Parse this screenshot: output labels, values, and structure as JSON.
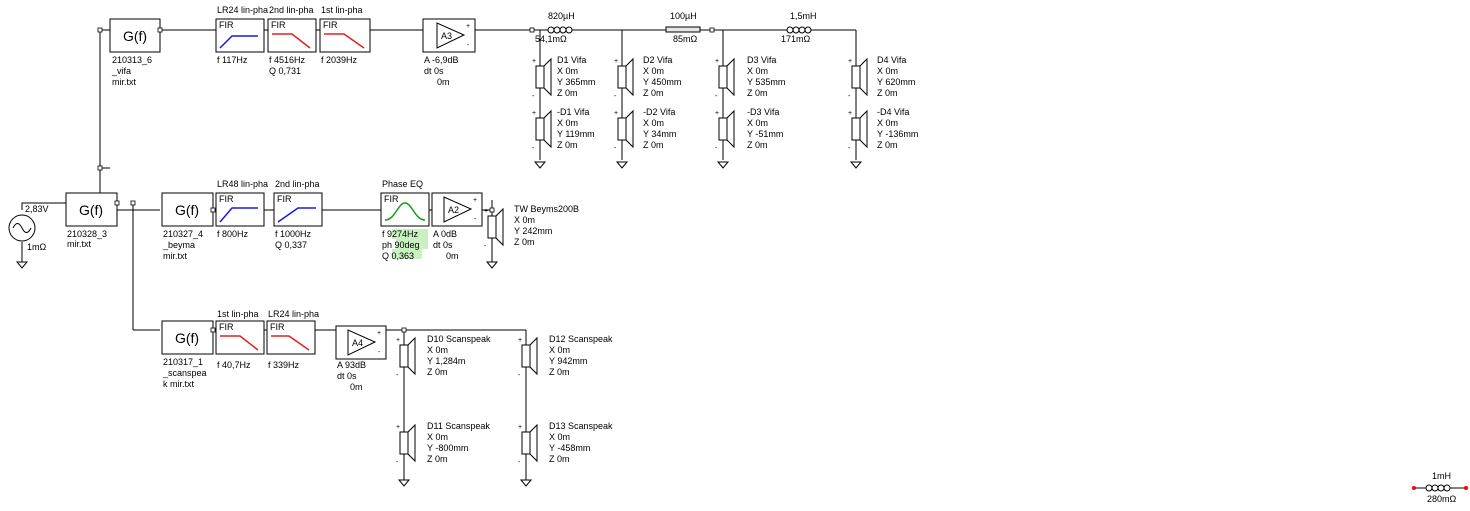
{
  "source": {
    "voltage": "2,83V",
    "resistance": "1mΩ"
  },
  "gblocks": {
    "main": {
      "title": "G(f)",
      "file1": "210328_3",
      "file2": "mir.txt"
    },
    "vifa": {
      "title": "G(f)",
      "file1": "210313_6",
      "file2": "_vifa",
      "file3": "mir.txt"
    },
    "beyma": {
      "title": "G(f)",
      "file1": "210327_4",
      "file2": "_beyma",
      "file3": "mir.txt"
    },
    "scan": {
      "title": "G(f)",
      "file1": "210317_1",
      "file2": "_scanspea",
      "file3": "k mir.txt"
    }
  },
  "fir": {
    "label": "FIR",
    "top": [
      {
        "title": "LR24 lin-pha",
        "f": "f  117Hz",
        "q": ""
      },
      {
        "title": "2nd lin-pha",
        "f": "f  4516Hz",
        "q": "Q 0,731"
      },
      {
        "title": "1st lin-pha",
        "f": "f  2039Hz",
        "q": ""
      }
    ],
    "mid": [
      {
        "title": "LR48 lin-pha",
        "f": "f  800Hz",
        "q": ""
      },
      {
        "title": "2nd lin-pha",
        "f": "f  1000Hz",
        "q": "Q 0,337"
      }
    ],
    "bot": [
      {
        "title": "1st lin-pha",
        "f": "f  40,7Hz",
        "q": ""
      },
      {
        "title": "LR24 lin-pha",
        "f": "f  339Hz",
        "q": ""
      }
    ],
    "peq": {
      "title": "Phase EQ",
      "f": "f  9274Hz",
      "ph": "ph 90deg",
      "q": "Q 0,363"
    }
  },
  "amps": {
    "a3": {
      "name": "A3",
      "gain": "A  -6,9dB",
      "dt": "dt 0s",
      "dist": "0m"
    },
    "a2": {
      "name": "A2",
      "gain": "A  0dB",
      "dt": "dt 0s",
      "dist": "0m"
    },
    "a4": {
      "name": "A4",
      "gain": "A  93dB",
      "dt": "dt 0s",
      "dist": "0m"
    }
  },
  "series": {
    "l1": {
      "value": "820µH",
      "res": "54,1mΩ"
    },
    "l2": {
      "value": "100µH",
      "res": "85mΩ"
    },
    "l3": {
      "value": "1,5mH",
      "res": "171mΩ"
    },
    "l4": {
      "value": "1mH",
      "res": "280mΩ"
    }
  },
  "drivers": {
    "d1": {
      "name": "D1 Vifa",
      "x": "X 0m",
      "y": "Y 365mm",
      "z": "Z 0m"
    },
    "d1n": {
      "name": "-D1 Vifa",
      "x": "X 0m",
      "y": "Y 119mm",
      "z": "Z 0m"
    },
    "d2": {
      "name": "D2 Vifa",
      "x": "X 0m",
      "y": "Y 450mm",
      "z": "Z 0m"
    },
    "d2n": {
      "name": "-D2 Vifa",
      "x": "X 0m",
      "y": "Y 34mm",
      "z": "Z 0m"
    },
    "d3": {
      "name": "D3 Vifa",
      "x": "X 0m",
      "y": "Y 535mm",
      "z": "Z 0m"
    },
    "d3n": {
      "name": "-D3 Vifa",
      "x": "X 0m",
      "y": "Y -51mm",
      "z": "Z 0m"
    },
    "d4": {
      "name": "D4 Vifa",
      "x": "X 0m",
      "y": "Y 620mm",
      "z": "Z 0m"
    },
    "d4n": {
      "name": "-D4 Vifa",
      "x": "X 0m",
      "y": "Y -136mm",
      "z": "Z 0m"
    },
    "tw": {
      "name": "TW Beyms200B",
      "x": "X 0m",
      "y": "Y 242mm",
      "z": "Z 0m"
    },
    "d10": {
      "name": "D10 Scanspeak",
      "x": "X 0m",
      "y": "Y 1,284m",
      "z": "Z 0m"
    },
    "d11": {
      "name": "D11 Scanspeak",
      "x": "X 0m",
      "y": "Y -800mm",
      "z": "Z 0m"
    },
    "d12": {
      "name": "D12 Scanspeak",
      "x": "X 0m",
      "y": "Y 942mm",
      "z": "Z 0m"
    },
    "d13": {
      "name": "D13 Scanspeak",
      "x": "X 0m",
      "y": "Y -458mm",
      "z": "Z 0m"
    }
  },
  "colors": {
    "hp": "#1a1ae0",
    "lp": "#e02020",
    "bp": "#10a010",
    "wire": "#000000",
    "node": "#ff0000"
  }
}
